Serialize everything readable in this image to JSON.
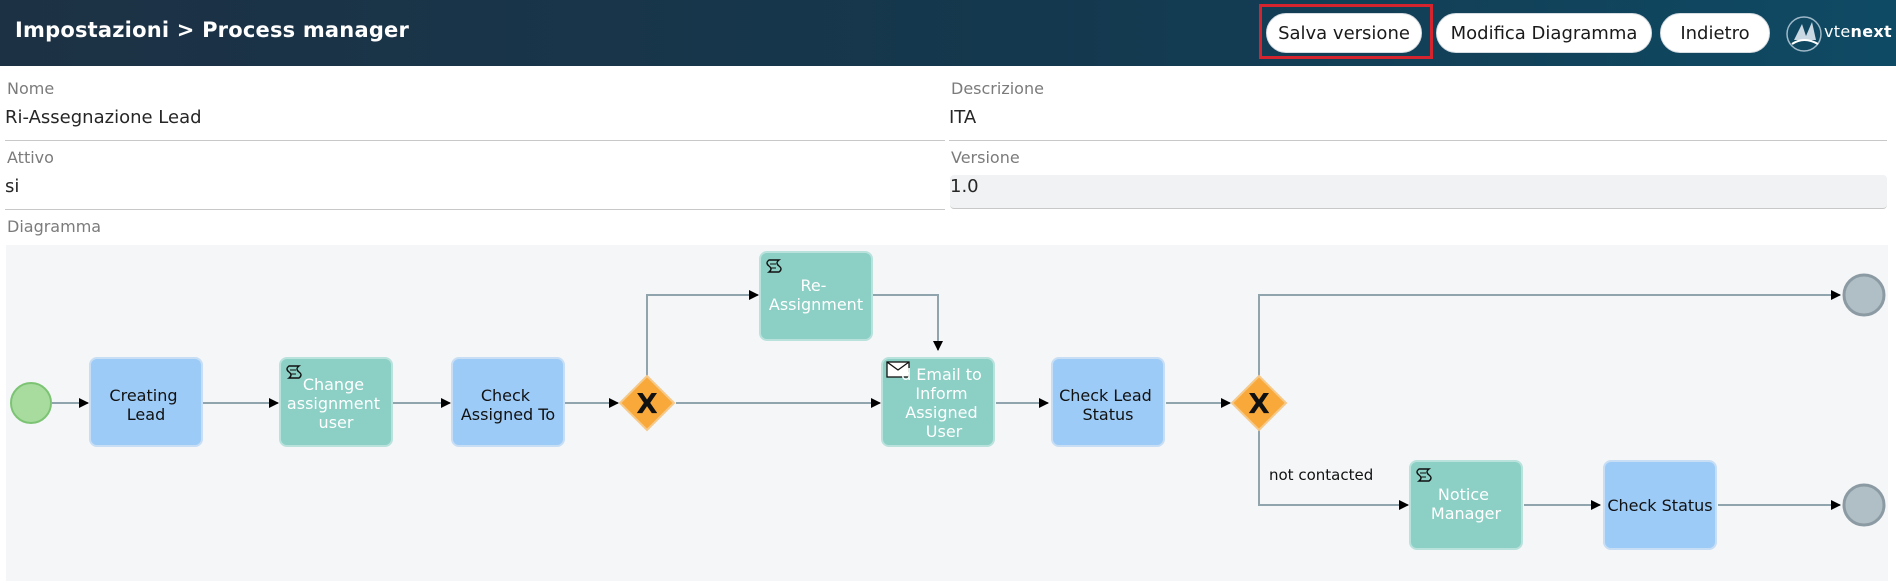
{
  "header": {
    "title": "Impostazioni > Process manager",
    "buttons": {
      "save": "Salva versione",
      "edit": "Modifica Diagramma",
      "back": "Indietro"
    },
    "logo": {
      "part1": "vte",
      "part2": "next",
      "icon": "vtenext-logo-icon"
    }
  },
  "form": {
    "name": {
      "label": "Nome",
      "value": "Ri-Assegnazione Lead"
    },
    "description": {
      "label": "Descrizione",
      "value": "ITA"
    },
    "active": {
      "label": "Attivo",
      "value": "si"
    },
    "version": {
      "label": "Versione",
      "value": "1.0"
    },
    "diagram": {
      "label": "Diagramma"
    }
  },
  "diagram": {
    "tasks": {
      "creating_lead": [
        "Creating",
        "Lead"
      ],
      "change_assignment": [
        "Change",
        "assignment",
        "user"
      ],
      "check_assigned": [
        "Check",
        "Assigned To"
      ],
      "reassignment": [
        "Re-",
        "Assignment"
      ],
      "send_email": [
        "d Email to",
        "Inform",
        "Assigned",
        "User"
      ],
      "check_lead_status": [
        "Check Lead",
        "Status"
      ],
      "notice_manager": [
        "Notice",
        "Manager"
      ],
      "check_status": [
        "Check Status"
      ]
    },
    "gateway_symbol": "X",
    "flow_label_not_contacted": "not contacted",
    "colors": {
      "user_task": "#9dcbf7",
      "script_task": "#8bcfc5",
      "gateway": "#f9a93a",
      "start_event": "#a8dc9f",
      "end_event": "#b0bec5",
      "flow": "#90a4ae",
      "highlight": "#d6242f"
    }
  }
}
